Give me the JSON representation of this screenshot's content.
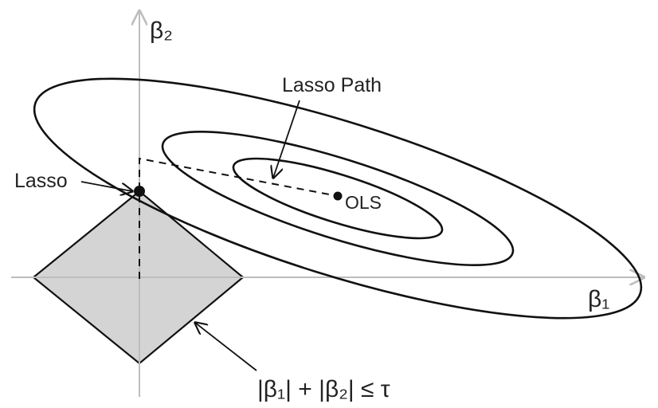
{
  "labels": {
    "y_axis": "β₂",
    "x_axis": "β₁",
    "lasso_path": "Lasso Path",
    "lasso": "Lasso",
    "ols": "OLS",
    "constraint": "|β₁| + |β₂| ≤ τ"
  },
  "colors": {
    "axis": "#bdbdbd",
    "stroke": "#111111",
    "constraint_fill": "#d4d4d4",
    "background": "#ffffff"
  }
}
